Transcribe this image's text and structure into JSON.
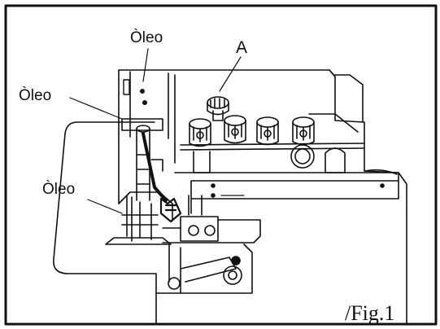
{
  "labels": {
    "oil_top": "Òleo",
    "oil_left_upper": "Òleo",
    "oil_left_lower": "Òleo",
    "part_a": "A"
  },
  "figure_caption": "/Fig.1",
  "colors": {
    "ink": "#111111",
    "paper": "#ffffff"
  }
}
